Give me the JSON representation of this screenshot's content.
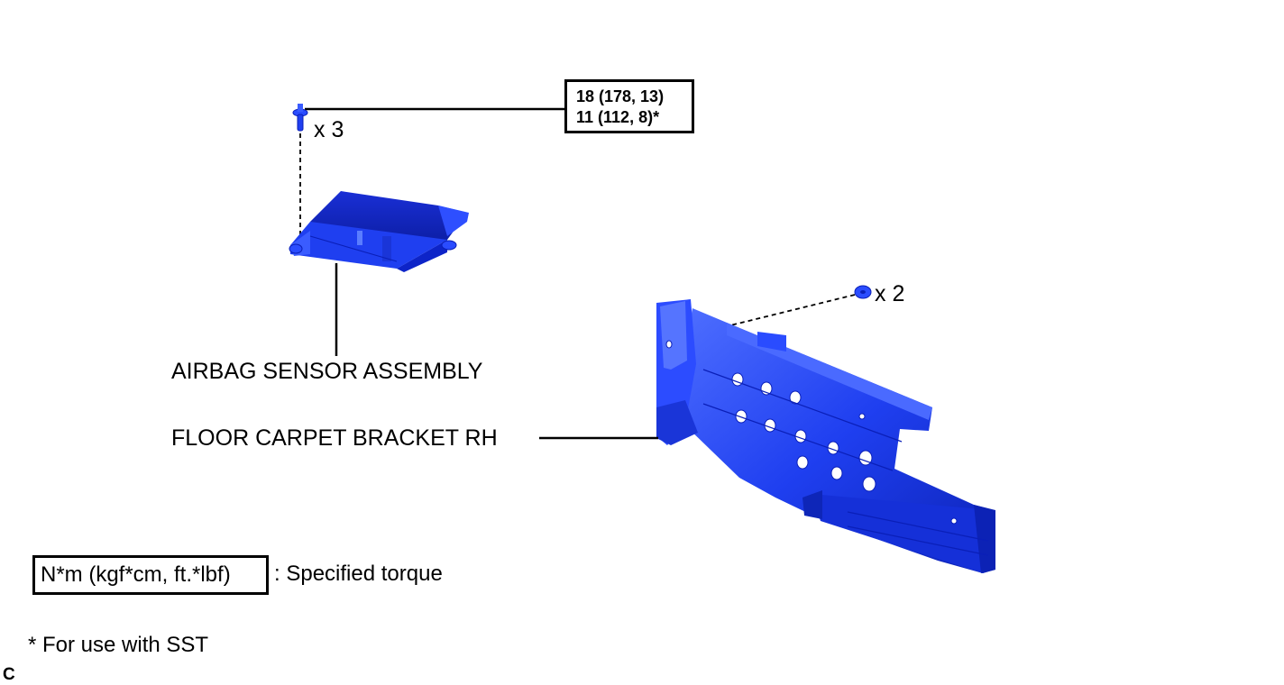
{
  "torque_spec": {
    "line1": "18 (178, 13)",
    "line2": "11 (112, 8)*"
  },
  "fasteners": {
    "bolt_quantity": "x 3",
    "nut_quantity": "x 2"
  },
  "parts": {
    "airbag_sensor": "AIRBAG SENSOR ASSEMBLY",
    "floor_bracket": "FLOOR CARPET BRACKET RH"
  },
  "legend": {
    "unit_box": "N*m (kgf*cm, ft.*lbf)",
    "unit_desc": ": Specified torque"
  },
  "footnote": "* For use with SST",
  "corner_mark": "C",
  "colors": {
    "part_blue": "#1f47ff",
    "part_dark": "#0a1fb8",
    "part_light": "#5a7dff"
  }
}
